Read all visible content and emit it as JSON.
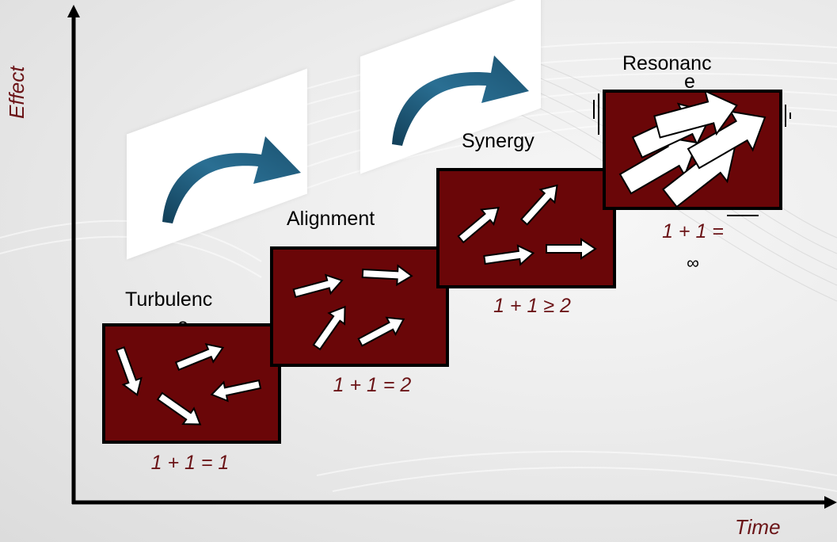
{
  "axes": {
    "y_label": "Effect",
    "x_label": "Time"
  },
  "stages": [
    {
      "title_line1": "Turbulenc",
      "title_line2": "e",
      "equation": "1 + 1 = 1"
    },
    {
      "title_line1": "Alignment",
      "title_line2": "",
      "equation": "1 + 1 = 2"
    },
    {
      "title_line1": "Synergy",
      "title_line2": "",
      "equation": "1 + 1 ≥ 2"
    },
    {
      "title_line1": "Resonanc",
      "title_line2": "e",
      "equation": "1 + 1 =",
      "equation_line2": "∞"
    }
  ],
  "colors": {
    "box": "#6a0608",
    "equation_text": "#6b1417",
    "curved_arrow": "#1f5a7a"
  }
}
